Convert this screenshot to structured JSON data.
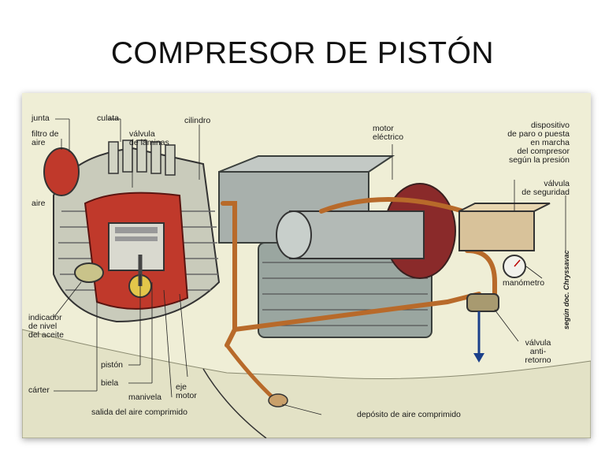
{
  "slide": {
    "title": "COMPRESOR DE PISTÓN"
  },
  "diagram": {
    "labels": {
      "junta": "junta",
      "culata": "culata",
      "cilindro": "cilindro",
      "filtro_aire": "filtro de\naire",
      "valvula_laminas": "válvula\nde láminas",
      "aire": "aire",
      "motor_electrico": "motor\neléctrico",
      "dispositivo": "dispositivo\nde paro o puesta\nen marcha\ndel compresor\nsegún la presión",
      "valvula_seguridad": "válvula\nde seguridad",
      "manometro": "manómetro",
      "indicador": "indicador\nde nivel\ndel aceite",
      "valvula_antirretorno": "válvula\nanti-\nretorno",
      "piston": "pistón",
      "biela": "biela",
      "carter": "cárter",
      "manivela": "manivela",
      "eje_motor": "eje\nmotor",
      "salida": "salida del aire comprimido",
      "deposito": "depósito de aire comprimido",
      "credit": "según doc. Chryssavac"
    }
  }
}
